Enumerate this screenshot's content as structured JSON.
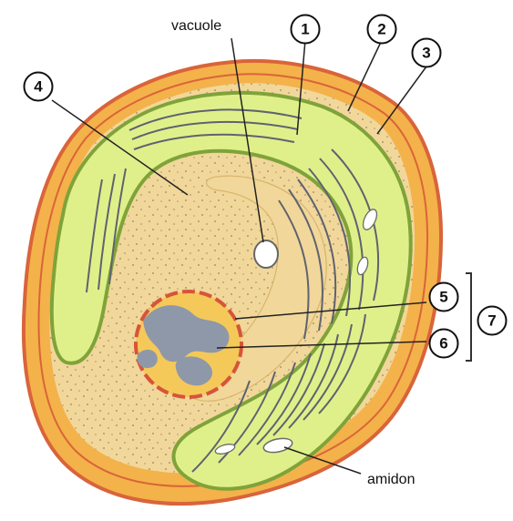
{
  "labels": {
    "vacuole": "vacuole",
    "amidon": "amidon"
  },
  "callouts": [
    {
      "number": "1"
    },
    {
      "number": "2"
    },
    {
      "number": "3"
    },
    {
      "number": "4"
    },
    {
      "number": "5"
    },
    {
      "number": "6"
    },
    {
      "number": "7"
    }
  ],
  "colors": {
    "outer_wall": "#d9643a",
    "wall_fill": "#f4b24a",
    "cytoplasm": "#f1d79a",
    "chloroplast_fill": "#dff08a",
    "chloroplast_border": "#7fa33a",
    "nucleus_fill": "#f4c95a",
    "nucleus_membrane": "#d6543a",
    "chromatin": "#8e98a8"
  }
}
